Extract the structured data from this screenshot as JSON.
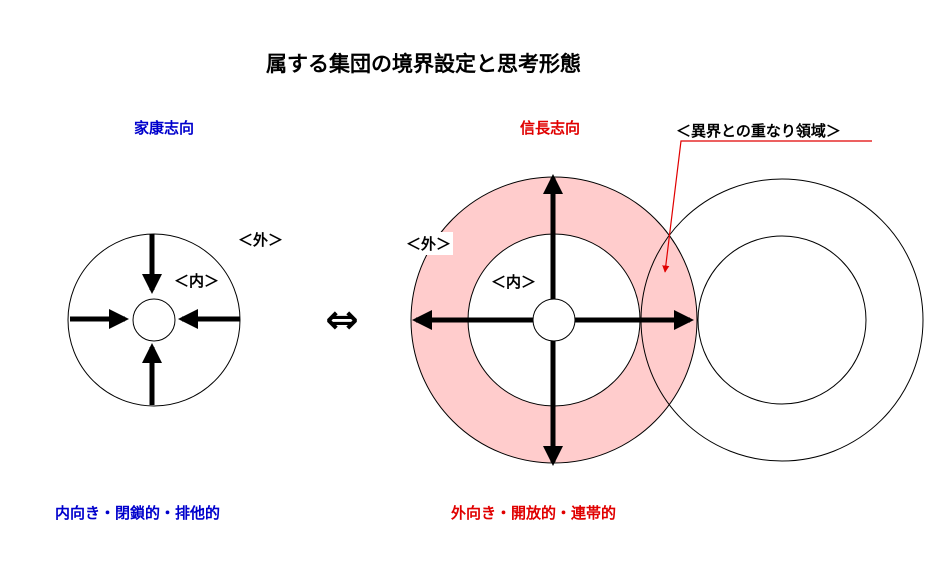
{
  "title": "属する集団の境界設定と思考形態",
  "left_diagram": {
    "heading": "家康志向",
    "outer_label": "＜外＞",
    "inner_label": "＜内＞",
    "caption": "内向き・閉鎖的・排他的"
  },
  "equivalence_symbol": "⇔",
  "right_diagram": {
    "heading": "信長志向",
    "outer_label": "＜外＞",
    "inner_label": "＜内＞",
    "overlap_label": "＜異界との重なり領域＞",
    "caption": "外向き・開放的・連帯的"
  },
  "colors": {
    "blue_text": "#0000cc",
    "red_text": "#e00000",
    "ring_fill": "#ffcccc"
  }
}
